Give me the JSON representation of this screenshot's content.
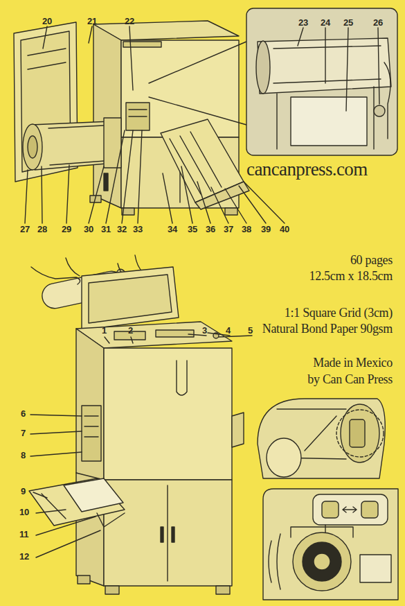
{
  "diagram": {
    "labels": [
      "20",
      "21",
      "22",
      "23",
      "24",
      "25",
      "26",
      "27",
      "28",
      "29",
      "30",
      "31",
      "32",
      "33",
      "34",
      "35",
      "36",
      "37",
      "38",
      "39",
      "40",
      "cancanpress.com",
      "60 pages",
      "12.5cm x 18.5cm",
      "1",
      "2",
      "3",
      "4",
      "5",
      "1:1 Square Grid (3cm)",
      "Natural Bond Paper 90gsm",
      "Made in Mexico",
      "by Can Can Press",
      "6",
      "7",
      "8",
      "9",
      "10",
      "11",
      "12"
    ]
  }
}
